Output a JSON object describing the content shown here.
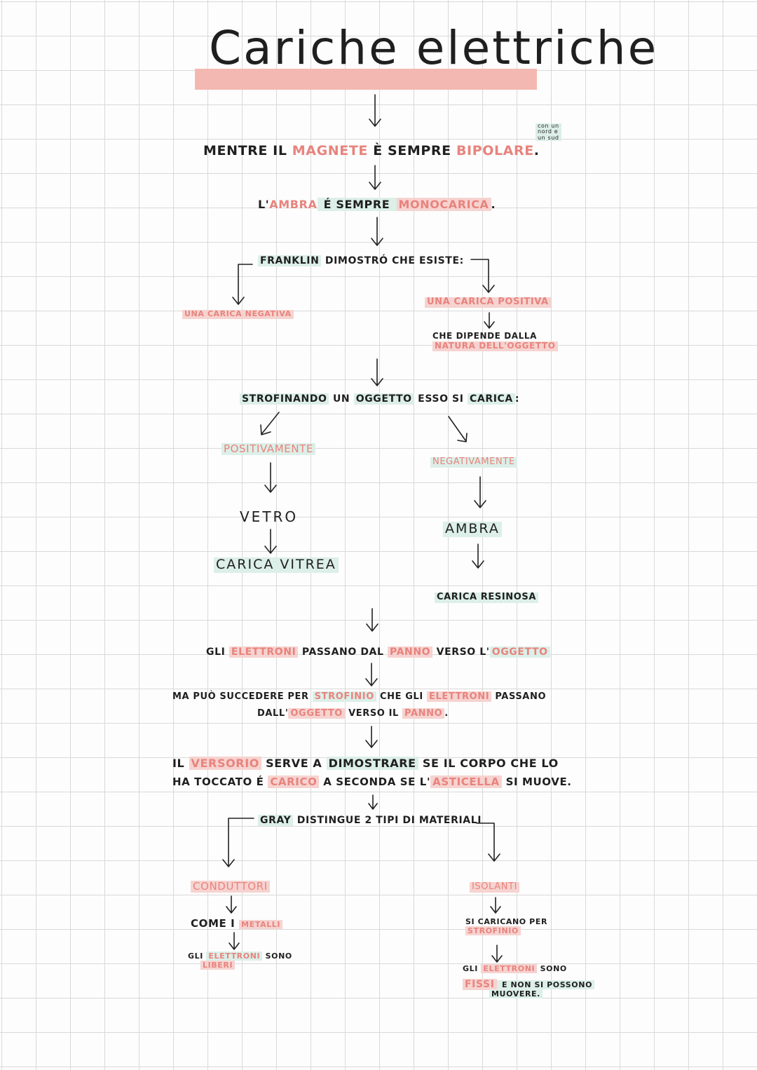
{
  "title": "Cariche elettriche",
  "nodes": {
    "n1": {
      "a": "MENTRE IL ",
      "b": "MAGNETE",
      "c": " È SEMPRE ",
      "d": "BIPOLARE",
      "e": "."
    },
    "side_note": {
      "l1": "con un",
      "l2": "nord e",
      "l3": "un sud"
    },
    "n2": {
      "a": "L'",
      "b": "AMBRA",
      "c": " É SEMPRE ",
      "d": "MONOCARICA",
      "e": "."
    },
    "n3": {
      "a": "FRANKLIN",
      "b": " DIMOSTRÓ CHE ESISTE:"
    },
    "neg": "UNA CARICA NEGATIVA",
    "pos": "UNA CARICA POSITIVA",
    "dep": {
      "l1": "CHE DIPENDE DALLA",
      "l2": "NATURA DELL'OGGETTO"
    },
    "strof": {
      "a": "STROFINANDO",
      "b": " UN ",
      "c": "OGGETTO",
      "d": " ESSO SI ",
      "e": "CARICA",
      "f": ":"
    },
    "positivamente": "POSITIVAMENTE",
    "negativamente": "NEGATIVAMENTE",
    "vetro": "VETRO",
    "carica_vitrea": "CARICA VITREA",
    "ambra": "AMBRA",
    "carica_resinosa": "CARICA RESINOSA",
    "elettroni": {
      "a": "GLI ",
      "b": "ELETTRONI",
      "c": " PASSANO DAL ",
      "d": "PANNO",
      "e": " VERSO L'",
      "f": "OGGETTO"
    },
    "ma": {
      "a": "MA PUÒ SUCCEDERE PER ",
      "b": "STROFINIO",
      "c": " CHE GLI ",
      "d": "ELETTRONI",
      "e": " PASSANO",
      "f": "DALL'",
      "g": "OGGETTO",
      "h": " VERSO IL ",
      "i": "PANNO",
      "j": "."
    },
    "versorio": {
      "a": "IL ",
      "b": "VERSORIO",
      "c": " SERVE A ",
      "d": "DIMOSTRARE",
      "e": " SE IL CORPO CHE LO",
      "f": "HA TOCCATO É ",
      "g": "CARICO",
      "h": " A SECONDA SE L'",
      "i": "ASTICELLA",
      "j": " SI MUOVE."
    },
    "gray": {
      "a": "GRAY",
      "b": " DISTINGUE 2 TIPI DI MATERIALI"
    },
    "conduttori": "CONDUTTORI",
    "come": {
      "a": "COME I ",
      "b": "METALLI"
    },
    "liberi": {
      "a": "GLI ",
      "b": "ELETTRONI",
      "c": " SONO",
      "d": "LIBERI"
    },
    "isolanti": "ISOLANTI",
    "carica_strof": {
      "a": "SI CARICANO PER",
      "b": "STROFINIO"
    },
    "fissi": {
      "a": "GLI ",
      "b": "ELETTRONI",
      "c": " SONO",
      "d": "FISSI",
      "e": " E NON SI POSSONO",
      "f": "MUOVERE."
    }
  },
  "colors": {
    "accent_red": "#e8837d",
    "highlight_pink": "#f6d3d0",
    "highlight_green": "#dcefe8",
    "title_bar": "#f3b8b1",
    "grid": "#d9d9d9"
  }
}
